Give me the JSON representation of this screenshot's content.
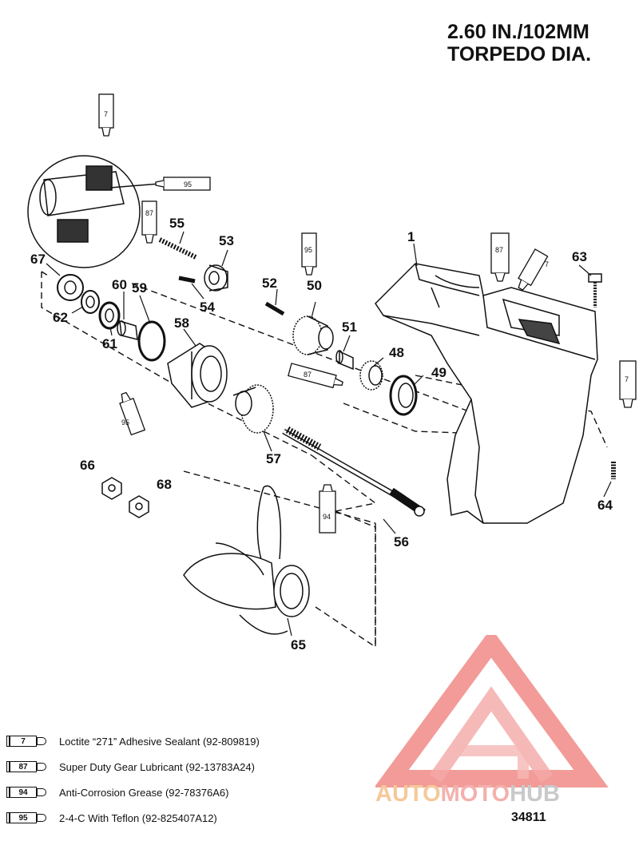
{
  "title": {
    "line1": "2.60 IN./102MM",
    "line2": "TORPEDO DIA."
  },
  "callouts": {
    "c1": "1",
    "c48": "48",
    "c49": "49",
    "c50": "50",
    "c51": "51",
    "c52": "52",
    "c53": "53",
    "c54": "54",
    "c55": "55",
    "c56": "56",
    "c57": "57",
    "c58": "58",
    "c59": "59",
    "c60": "60",
    "c61": "61",
    "c62": "62",
    "c63": "63",
    "c64": "64",
    "c65": "65",
    "c66": "66",
    "c67": "67",
    "c68": "68"
  },
  "tubes": {
    "t7a": "7",
    "t95a": "95",
    "t87a": "87",
    "t95b": "95",
    "t87b": "87",
    "t7b": "7",
    "t87c": "87",
    "t95c": "95",
    "t94a": "94",
    "t7c": "7"
  },
  "legend": [
    {
      "num": "7",
      "text": "Loctite “271” Adhesive Sealant (92-809819)"
    },
    {
      "num": "87",
      "text": "Super Duty Gear Lubricant (92-13783A24)"
    },
    {
      "num": "94",
      "text": "Anti-Corrosion Grease (92-78376A6)"
    },
    {
      "num": "95",
      "text": "2-4-C  With Teflon (92-825407A12)"
    }
  ],
  "watermark": {
    "part1": "AUTO",
    "part2": "MOTO",
    "part3": "HUB",
    "colors": {
      "auto": "#f6c89a",
      "moto": "#f3b0ac",
      "hub": "#c9c9c9",
      "logo": "#f08a86"
    }
  },
  "figure_number": "34811"
}
